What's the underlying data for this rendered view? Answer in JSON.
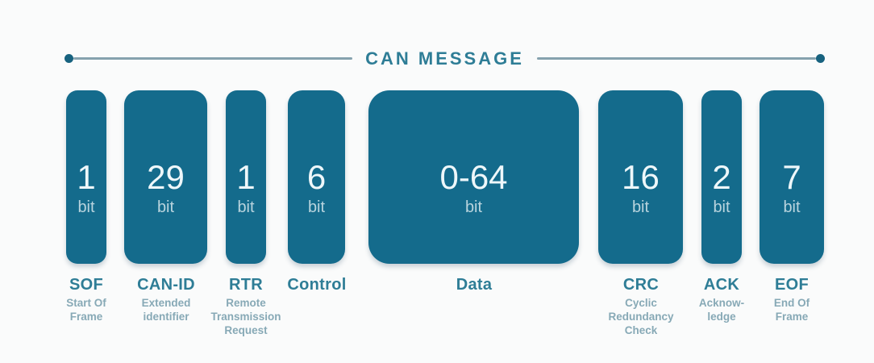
{
  "title": "CAN MESSAGE",
  "colors": {
    "block_fill": "#146b8c",
    "accent_text": "#2e7d96",
    "header_line": "#86a2ae",
    "endpoint_dot": "#17627f",
    "bits_number": "#eef7fa",
    "bits_unit": "#b9d4de",
    "description_text": "#87a9b6",
    "background": "#fafbfb"
  },
  "fields": [
    {
      "bits": "1",
      "unit": "bit",
      "abbr": "SOF",
      "description": "Start Of\nFrame"
    },
    {
      "bits": "29",
      "unit": "bit",
      "abbr": "CAN-ID",
      "description": "Extended\nidentifier"
    },
    {
      "bits": "1",
      "unit": "bit",
      "abbr": "RTR",
      "description": "Remote\nTransmission\nRequest"
    },
    {
      "bits": "6",
      "unit": "bit",
      "abbr": "Control",
      "description": ""
    },
    {
      "bits": "0-64",
      "unit": "bit",
      "abbr": "Data",
      "description": ""
    },
    {
      "bits": "16",
      "unit": "bit",
      "abbr": "CRC",
      "description": "Cyclic\nRedundancy\nCheck"
    },
    {
      "bits": "2",
      "unit": "bit",
      "abbr": "ACK",
      "description": "Acknow-\nledge"
    },
    {
      "bits": "7",
      "unit": "bit",
      "abbr": "EOF",
      "description": "End Of\nFrame"
    }
  ]
}
